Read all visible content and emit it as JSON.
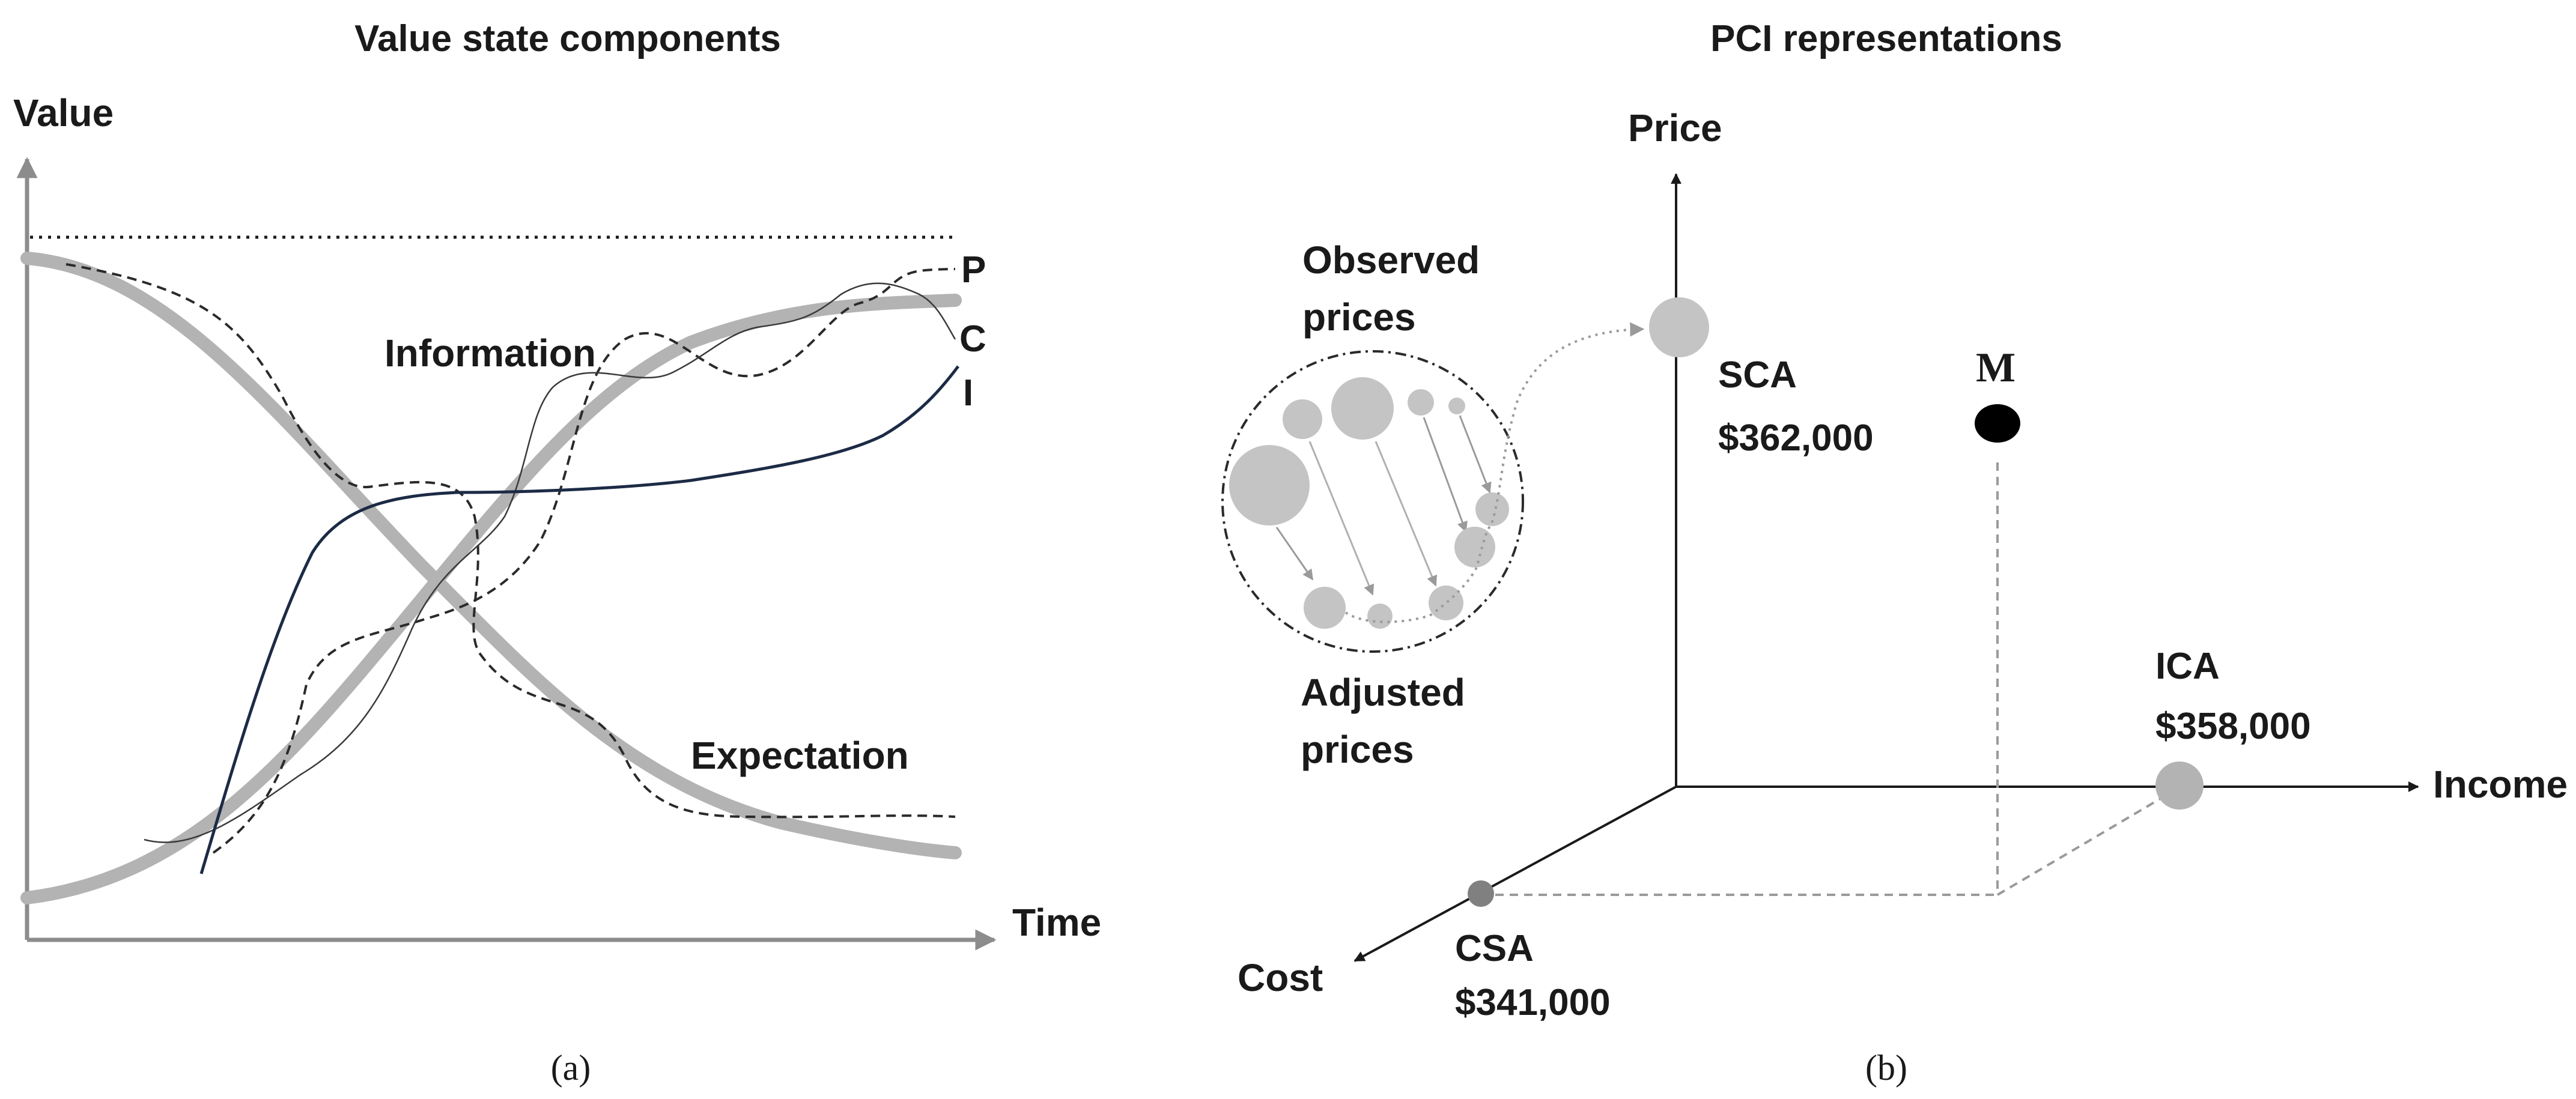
{
  "panel_a": {
    "title": "Value state components",
    "y_axis_label": "Value",
    "x_axis_label": "Time",
    "curve_labels": {
      "information": "Information",
      "expectation": "Expectation",
      "p": "P",
      "c": "C",
      "i": "I"
    },
    "caption": "(a)"
  },
  "panel_b": {
    "title": "PCI representations",
    "axis_labels": {
      "price": "Price",
      "income": "Income",
      "cost": "Cost"
    },
    "observed_label": [
      "Observed",
      "prices"
    ],
    "adjusted_label": [
      "Adjusted",
      "prices"
    ],
    "points": {
      "sca": {
        "name": "SCA",
        "value": "$362,000"
      },
      "ica": {
        "name": "ICA",
        "value": "$358,000"
      },
      "csa": {
        "name": "CSA",
        "value": "$341,000"
      },
      "m": {
        "name": "M"
      }
    },
    "caption": "(b)"
  },
  "colors": {
    "gray_curve": "#b3b3b3",
    "navy_curve": "#1c2b45",
    "bubble": "#c4c4c4",
    "axis_gray": "#8c8c8c",
    "dark": "#1a1a1a"
  }
}
